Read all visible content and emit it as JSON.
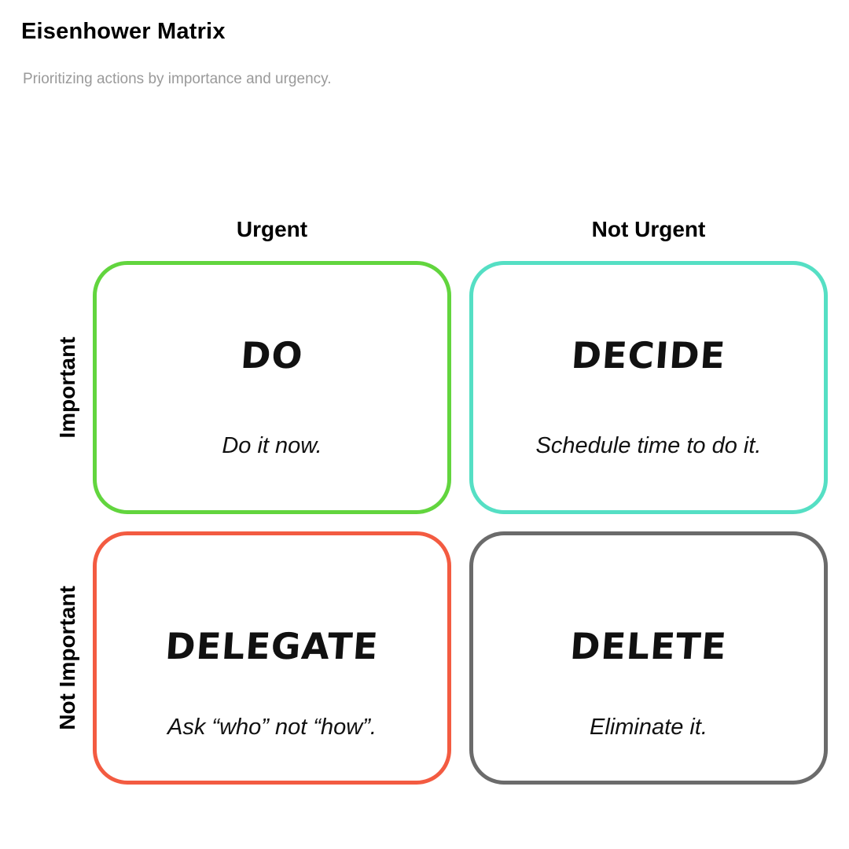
{
  "header": {
    "title": "Eisenhower Matrix",
    "subtitle": "Prioritizing actions by importance and urgency."
  },
  "columns": {
    "urgent": "Urgent",
    "not_urgent": "Not Urgent"
  },
  "rows": {
    "important": "Important",
    "not_important": "Not Important"
  },
  "quadrants": {
    "do": {
      "title": "DO",
      "description": "Do it now.",
      "color": "#62d53e"
    },
    "decide": {
      "title": "DECIDE",
      "description": "Schedule time to do it.",
      "color": "#55dfc4"
    },
    "delegate": {
      "title": "DELEGATE",
      "description": "Ask “who” not “how”.",
      "color": "#f35b41"
    },
    "delete": {
      "title": "DELETE",
      "description": "Eliminate it.",
      "color": "#6b6b6b"
    }
  }
}
